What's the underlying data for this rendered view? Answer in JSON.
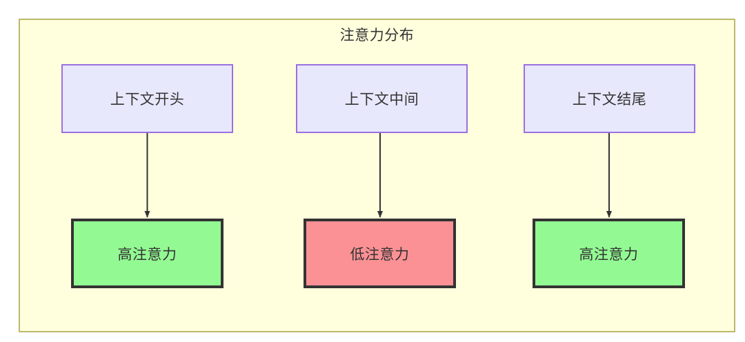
{
  "diagram": {
    "title": "注意力分布",
    "background_color": "#ffffdd",
    "border_color": "#bdb76b",
    "text_color": "#333333",
    "columns": [
      {
        "context": {
          "label": "上下文开头",
          "fill": "#e8e8fd",
          "stroke": "#9a70e0"
        },
        "attention": {
          "label": "高注意力",
          "level": "high",
          "fill": "#93f993",
          "stroke": "#333333"
        },
        "edge": {
          "from": "上下文开头",
          "to": "高注意力",
          "style": "solid-arrow"
        }
      },
      {
        "context": {
          "label": "上下文中间",
          "fill": "#e8e8fd",
          "stroke": "#9a70e0"
        },
        "attention": {
          "label": "低注意力",
          "level": "low",
          "fill": "#fb9194",
          "stroke": "#333333"
        },
        "edge": {
          "from": "上下文中间",
          "to": "低注意力",
          "style": "solid-arrow"
        }
      },
      {
        "context": {
          "label": "上下文结尾",
          "fill": "#e8e8fd",
          "stroke": "#9a70e0"
        },
        "attention": {
          "label": "高注意力",
          "level": "high",
          "fill": "#93f993",
          "stroke": "#333333"
        },
        "edge": {
          "from": "上下文结尾",
          "to": "高注意力",
          "style": "solid-arrow"
        }
      }
    ]
  }
}
